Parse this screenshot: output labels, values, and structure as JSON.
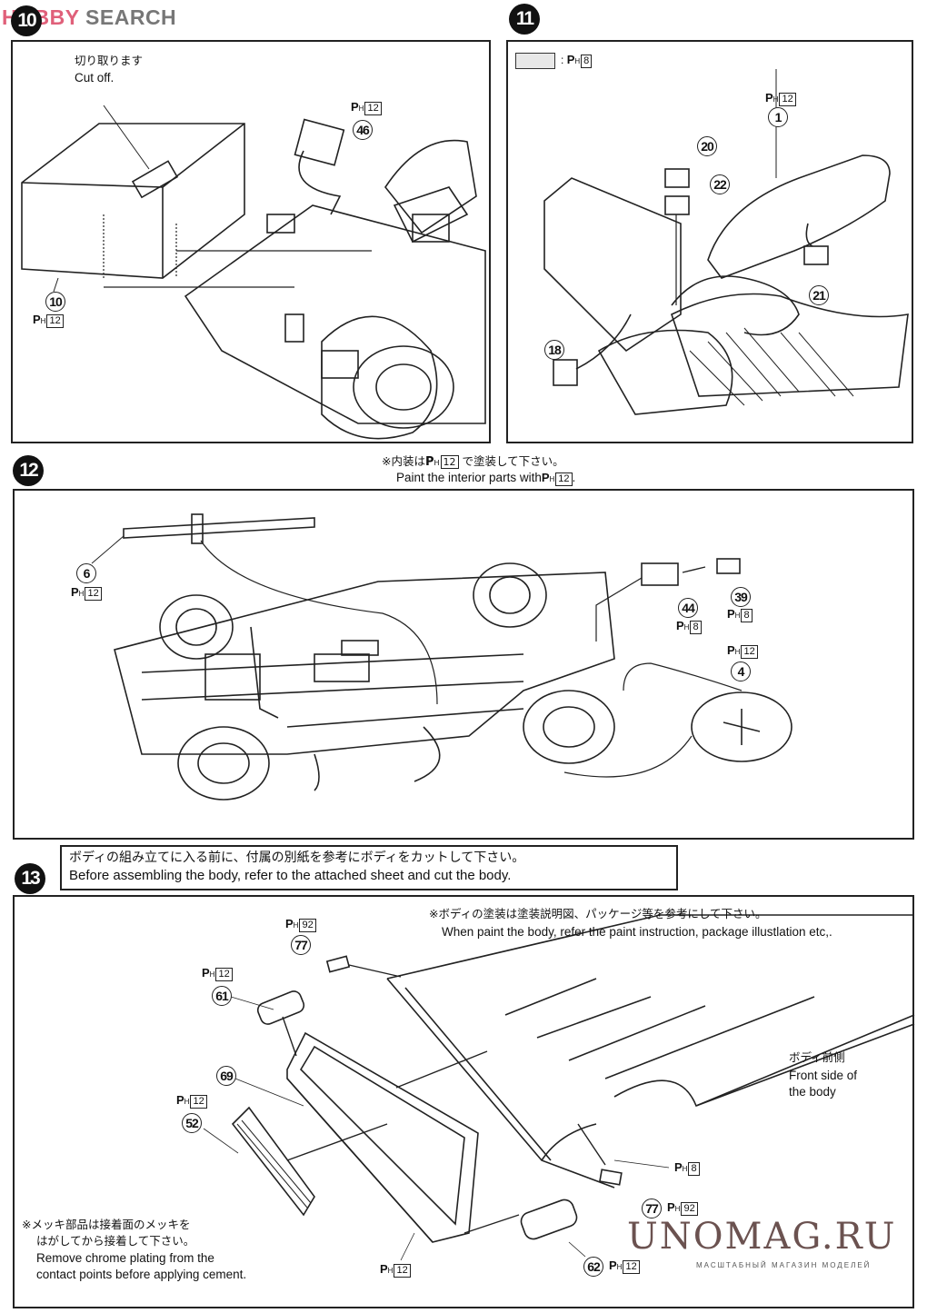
{
  "watermark": {
    "part1": "HOBBY",
    "part2": " SEARCH"
  },
  "steps": {
    "s10": {
      "number": "10",
      "cut_jp": "切り取ります",
      "cut_en": "Cut off.",
      "parts": [
        {
          "num": "46",
          "paint_prefix": "P",
          "paint_sub": "H",
          "paint_code": "12"
        },
        {
          "num": "10",
          "paint_prefix": "P",
          "paint_sub": "H",
          "paint_code": "12"
        }
      ]
    },
    "s11": {
      "number": "11",
      "legend_paint": {
        "prefix": "P",
        "sub": "H",
        "code": "8"
      },
      "legend_separator": ":",
      "parts": [
        {
          "num": "1",
          "paint_prefix": "P",
          "paint_sub": "H",
          "paint_code": "12"
        },
        {
          "num": "20"
        },
        {
          "num": "22"
        },
        {
          "num": "21"
        },
        {
          "num": "18"
        }
      ]
    },
    "s12": {
      "number": "12",
      "note_jp": "※内装は",
      "note_jp_tail": "で塗装して下さい。",
      "note_en": "Paint the interior parts with",
      "note_paint": {
        "prefix": "P",
        "sub": "H",
        "code": "12"
      },
      "parts": [
        {
          "num": "6",
          "paint_prefix": "P",
          "paint_sub": "H",
          "paint_code": "12"
        },
        {
          "num": "44",
          "paint_prefix": "P",
          "paint_sub": "H",
          "paint_code": "8"
        },
        {
          "num": "39",
          "paint_prefix": "P",
          "paint_sub": "H",
          "paint_code": "8"
        },
        {
          "num": "4",
          "paint_prefix": "P",
          "paint_sub": "H",
          "paint_code": "12"
        }
      ]
    },
    "s13": {
      "number": "13",
      "header_jp": "ボディの組み立てに入る前に、付属の別紙を参考にボディをカットして下さい。",
      "header_en": "Before assembling the body, refer to the attached sheet and cut the body.",
      "paint_note_jp": "※ボディの塗装は塗装説明図、パッケージ等を参考にして下さい。",
      "paint_note_en": "When paint the body, refer the paint instruction, package illustlation etc,.",
      "front_jp": "ボディ前側",
      "front_en_1": "Front side of",
      "front_en_2": "the body",
      "chrome_jp_1": "※メッキ部品は接着面のメッキを",
      "chrome_jp_2": "はがしてから接着して下さい。",
      "chrome_en_1": "Remove chrome plating from the",
      "chrome_en_2": "contact points before applying cement.",
      "parts": [
        {
          "num": "77",
          "paint_prefix": "P",
          "paint_sub": "H",
          "paint_code": "92"
        },
        {
          "num": "61",
          "paint_prefix": "P",
          "paint_sub": "H",
          "paint_code": "12"
        },
        {
          "num": "69"
        },
        {
          "num": "52",
          "paint_prefix": "P",
          "paint_sub": "H",
          "paint_code": "12"
        },
        {
          "num": "77",
          "paint_prefix": "P",
          "paint_sub": "H",
          "paint_code": "92"
        },
        {
          "num": "62",
          "paint_prefix": "P",
          "paint_sub": "H",
          "paint_code": "12"
        }
      ],
      "body_paint": {
        "prefix": "P",
        "sub": "H",
        "code": "8"
      },
      "grille_paint": {
        "prefix": "P",
        "sub": "H",
        "code": "12"
      }
    }
  },
  "site_watermark": {
    "name": "UNOMAG.RU",
    "tagline": "МАСШТАБНЫЙ МАГАЗИН МОДЕЛЕЙ"
  }
}
